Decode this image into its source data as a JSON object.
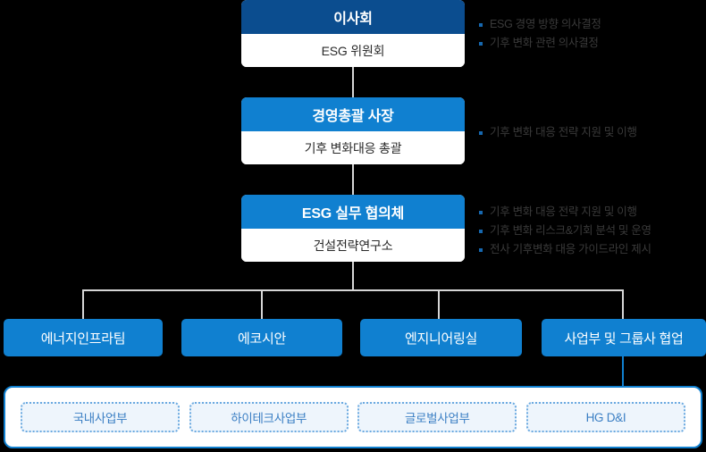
{
  "colors": {
    "navy": "#0b4d8f",
    "blue": "#1080d0",
    "bullet": "#1668b0",
    "sub_fill": "#eef5fc",
    "sub_border": "#6aa9e0",
    "sub_text": "#3b7fc4",
    "connector": "#d6d6d6",
    "background": "#000000"
  },
  "levels": [
    {
      "id": "board",
      "head": "이사회",
      "body": "ESG 위원회",
      "head_color": "#0b4d8f",
      "notes": [
        "ESG 경영 방향 의사결정",
        "기후 변화 관련 의사결정"
      ]
    },
    {
      "id": "ceo",
      "head": "경영총괄 사장",
      "body": "기후 변화대응 총괄",
      "head_color": "#1080d0",
      "notes": [
        "기후 변화 대응 전략 지원 및 이행"
      ]
    },
    {
      "id": "esg-council",
      "head": "ESG 실무 협의체",
      "body": "건설전략연구소",
      "head_color": "#1080d0",
      "notes": [
        "기후 변화 대응 전략 지원 및 이행",
        "기후 변화 리스크&기회 분석 및 운영",
        "전사 기후변화 대응 가이드라인 제시"
      ]
    }
  ],
  "departments": [
    {
      "label": "에너지인프라팀"
    },
    {
      "label": "에코시안"
    },
    {
      "label": "엔지니어링실"
    },
    {
      "label": "사업부 및 그룹사 협업"
    }
  ],
  "subsidiaries": [
    {
      "label": "국내사업부"
    },
    {
      "label": "하이테크사업부"
    },
    {
      "label": "글로벌사업부"
    },
    {
      "label": "HG D&I"
    }
  ]
}
